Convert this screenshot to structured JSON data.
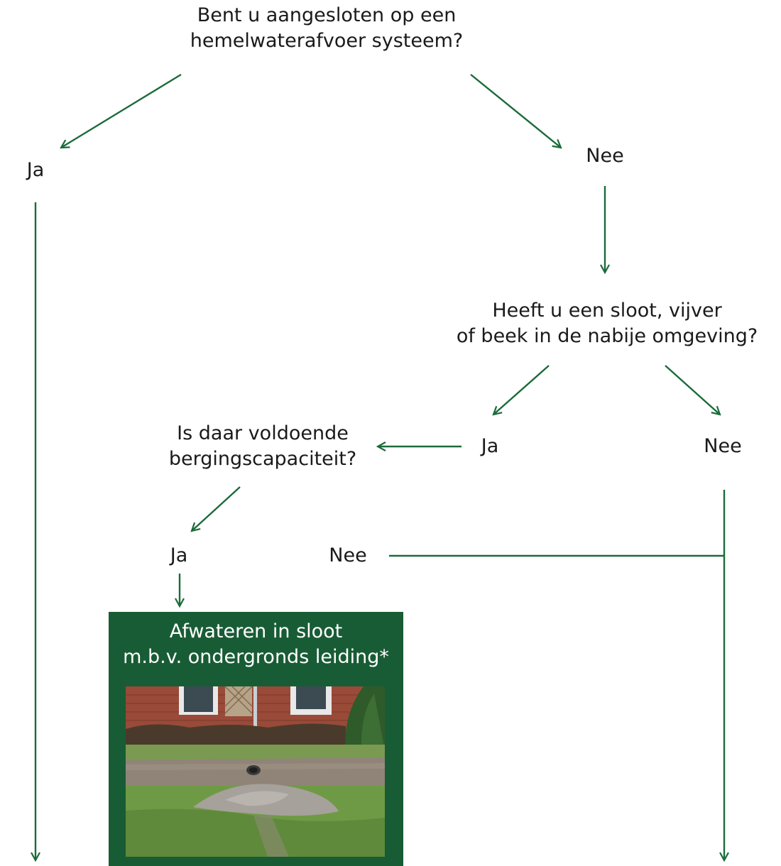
{
  "diagram": {
    "q1": {
      "line1": "Bent u aangesloten op een",
      "line2": "hemelwaterafvoer systeem?"
    },
    "q1_yes": "Ja",
    "q1_no": "Nee",
    "q2": {
      "line1": "Heeft u een sloot, vijver",
      "line2": "of beek in de nabije omgeving?"
    },
    "q2_yes": "Ja",
    "q2_no": "Nee",
    "q3": {
      "line1": "Is daar voldoende",
      "line2": "bergingscapaciteit?"
    },
    "q3_yes": "Ja",
    "q3_no": "Nee",
    "result": {
      "line1": "Afwateren in sloot",
      "line2": "m.b.v. ondergronds leiding*",
      "photo_icon": "drain-outlet-photo"
    }
  },
  "colors": {
    "arrow": "#1b6b3a",
    "box": "#185c35",
    "box_text": "#ffffff"
  }
}
